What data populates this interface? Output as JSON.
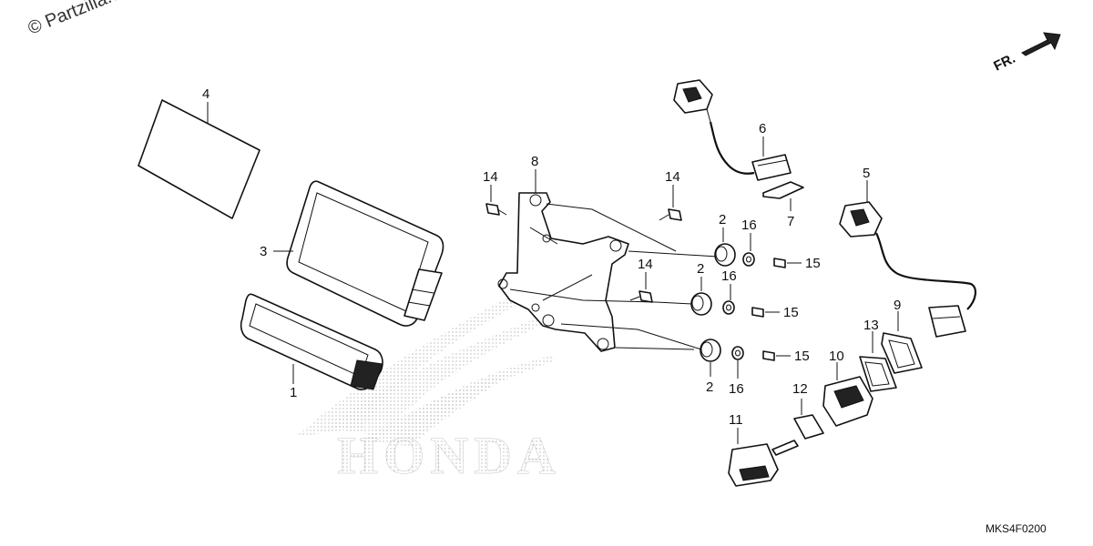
{
  "watermark": "© Partzilla.com",
  "direction_label": "FR.",
  "diagram_code": "MKS4F0200",
  "logo_text": "HONDA",
  "callouts": {
    "c1": "1",
    "c2a": "2",
    "c2b": "2",
    "c2c": "2",
    "c3": "3",
    "c4": "4",
    "c5": "5",
    "c6": "6",
    "c7": "7",
    "c8": "8",
    "c9": "9",
    "c10": "10",
    "c11": "11",
    "c12": "12",
    "c13": "13",
    "c14a": "14",
    "c14b": "14",
    "c14c": "14",
    "c15a": "15",
    "c15b": "15",
    "c15c": "15",
    "c16a": "16",
    "c16b": "16",
    "c16c": "16"
  }
}
